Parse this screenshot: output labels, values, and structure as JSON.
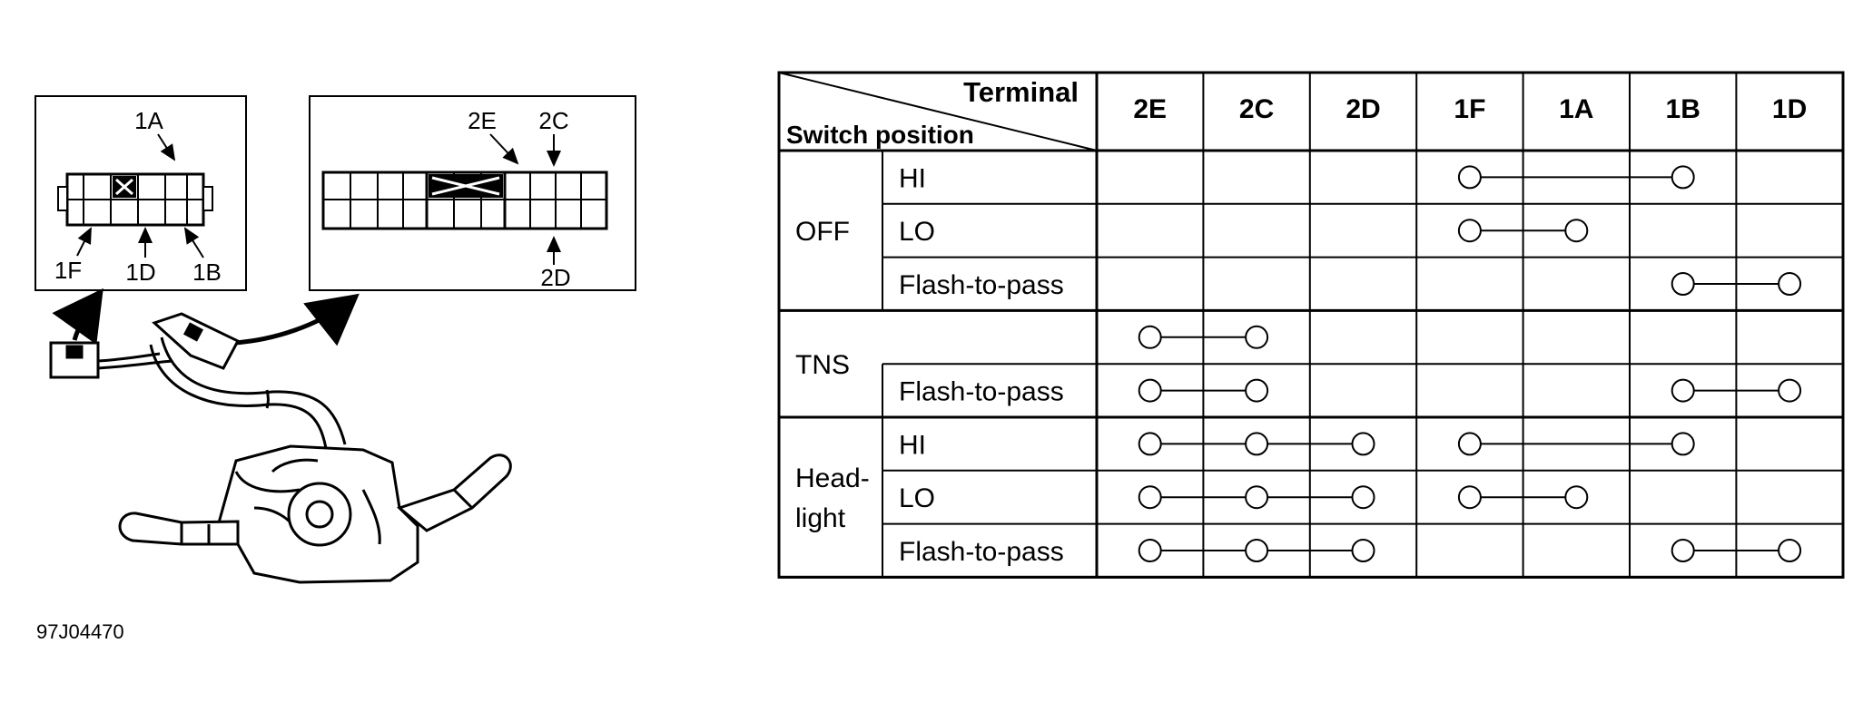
{
  "figure_id": "97J04470",
  "connector_a": {
    "labels": {
      "top": "1A",
      "bottom_left": "1F",
      "bottom_mid": "1D",
      "bottom_right": "1B"
    }
  },
  "connector_b": {
    "labels": {
      "top_left": "2E",
      "top_right": "2C",
      "bottom": "2D"
    }
  },
  "table": {
    "header_terminal": "Terminal",
    "header_switch": "Switch position",
    "columns": [
      "2E",
      "2C",
      "2D",
      "1F",
      "1A",
      "1B",
      "1D"
    ],
    "groups": [
      {
        "name": "OFF",
        "name_lines": [
          "OFF"
        ],
        "rows": [
          {
            "label": "HI",
            "segments": [
              [
                "1F",
                "1B"
              ]
            ]
          },
          {
            "label": "LO",
            "segments": [
              [
                "1F",
                "1A"
              ]
            ]
          },
          {
            "label": "Flash-to-pass",
            "segments": [
              [
                "1B",
                "1D"
              ]
            ]
          }
        ]
      },
      {
        "name": "TNS",
        "name_lines": [
          "TNS"
        ],
        "rows": [
          {
            "label": "",
            "segments": [
              [
                "2E",
                "2C"
              ]
            ]
          },
          {
            "label": "Flash-to-pass",
            "segments": [
              [
                "2E",
                "2C"
              ],
              [
                "1B",
                "1D"
              ]
            ]
          }
        ]
      },
      {
        "name": "Head-light",
        "name_lines": [
          "Head-",
          "light"
        ],
        "rows": [
          {
            "label": "HI",
            "segments": [
              [
                "2E",
                "2C",
                "2D"
              ],
              [
                "1F",
                "1B"
              ]
            ]
          },
          {
            "label": "LO",
            "segments": [
              [
                "2E",
                "2C",
                "2D"
              ],
              [
                "1F",
                "1A"
              ]
            ]
          },
          {
            "label": "Flash-to-pass",
            "segments": [
              [
                "2E",
                "2C",
                "2D"
              ],
              [
                "1B",
                "1D"
              ]
            ]
          }
        ]
      }
    ]
  }
}
